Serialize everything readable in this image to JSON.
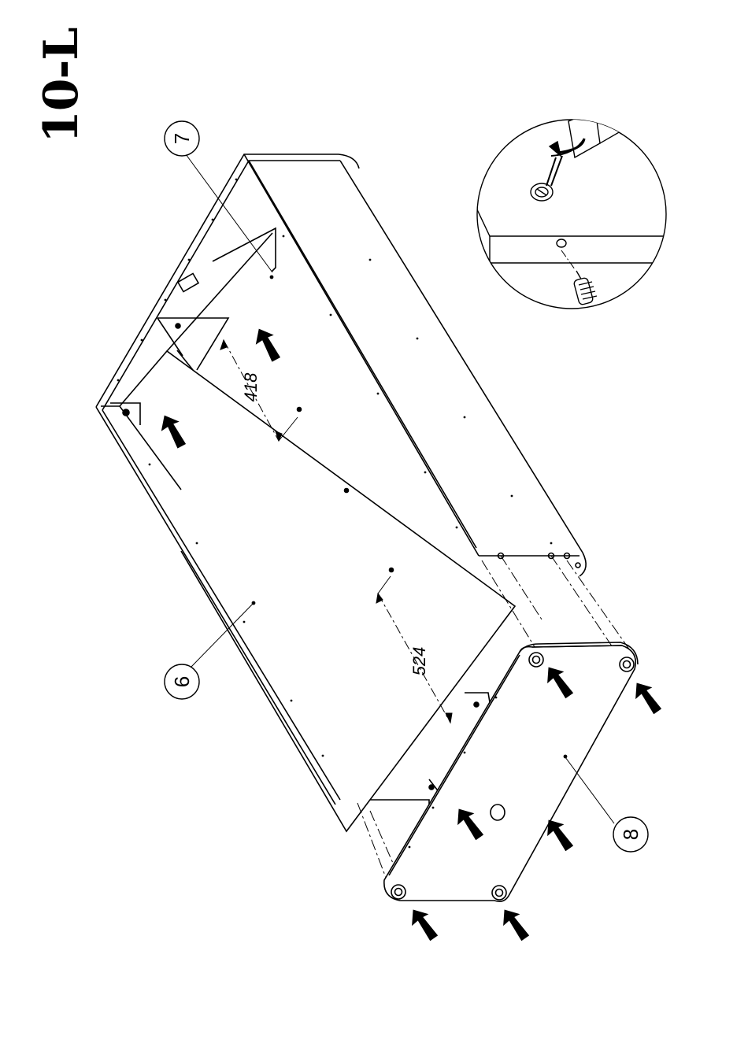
{
  "step_title": "10-L",
  "part_labels": [
    {
      "id": "label-7",
      "text": "7"
    },
    {
      "id": "label-6",
      "text": "6"
    },
    {
      "id": "label-8",
      "text": "8"
    }
  ],
  "dimensions": [
    {
      "id": "dim-418",
      "text": "418"
    },
    {
      "id": "dim-524",
      "text": "524"
    }
  ],
  "colors": {
    "line": "#000000",
    "background": "#ffffff",
    "arrow": "#000000"
  }
}
